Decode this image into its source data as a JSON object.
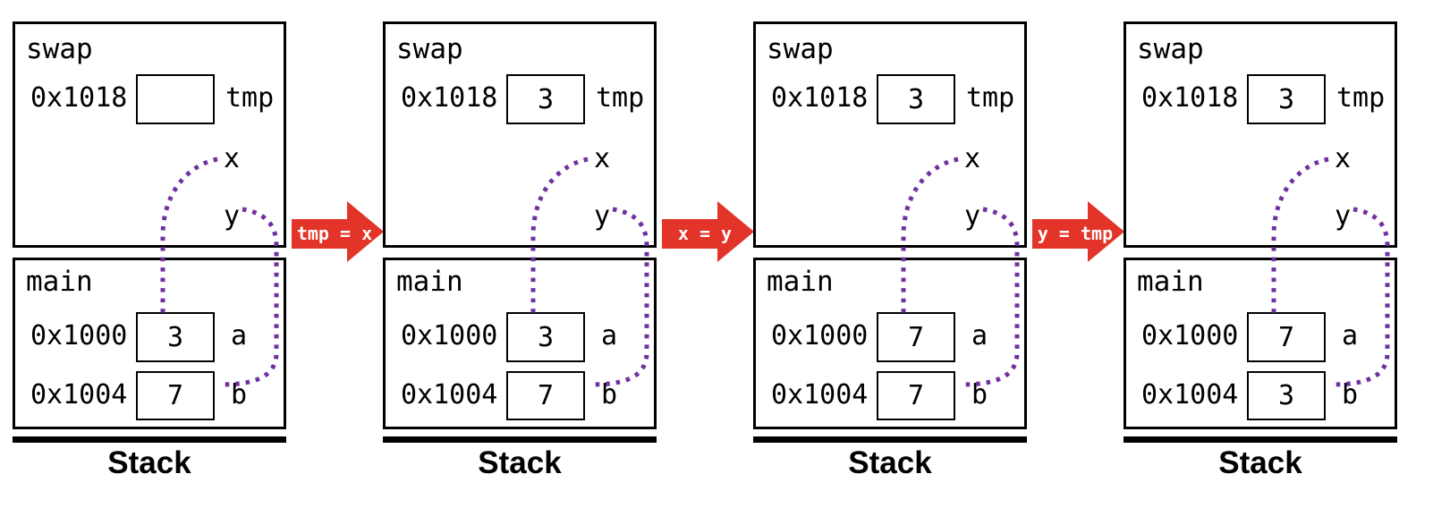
{
  "diagram": {
    "description": "Four-step stack diagram showing swap() exchanging values of a and b via tmp",
    "colors": {
      "pointer_dotted": "#7030a0",
      "arrow_fill": "#e23429",
      "arrow_text": "#ffffff",
      "frame_border": "#000000"
    },
    "arrows": [
      {
        "label": "tmp = x"
      },
      {
        "label": "x = y"
      },
      {
        "label": "y = tmp"
      }
    ],
    "panels": [
      {
        "swap_frame": {
          "title": "swap",
          "address": "0x1018",
          "value": "",
          "var_label": "tmp",
          "pointer_x": "x",
          "pointer_y": "y"
        },
        "main_frame": {
          "title": "main",
          "rows": [
            {
              "address": "0x1000",
              "value": "3",
              "var_label": "a"
            },
            {
              "address": "0x1004",
              "value": "7",
              "var_label": "b"
            }
          ]
        },
        "stack_label": "Stack"
      },
      {
        "swap_frame": {
          "title": "swap",
          "address": "0x1018",
          "value": "3",
          "var_label": "tmp",
          "pointer_x": "x",
          "pointer_y": "y"
        },
        "main_frame": {
          "title": "main",
          "rows": [
            {
              "address": "0x1000",
              "value": "3",
              "var_label": "a"
            },
            {
              "address": "0x1004",
              "value": "7",
              "var_label": "b"
            }
          ]
        },
        "stack_label": "Stack"
      },
      {
        "swap_frame": {
          "title": "swap",
          "address": "0x1018",
          "value": "3",
          "var_label": "tmp",
          "pointer_x": "x",
          "pointer_y": "y"
        },
        "main_frame": {
          "title": "main",
          "rows": [
            {
              "address": "0x1000",
              "value": "7",
              "var_label": "a"
            },
            {
              "address": "0x1004",
              "value": "7",
              "var_label": "b"
            }
          ]
        },
        "stack_label": "Stack"
      },
      {
        "swap_frame": {
          "title": "swap",
          "address": "0x1018",
          "value": "3",
          "var_label": "tmp",
          "pointer_x": "x",
          "pointer_y": "y"
        },
        "main_frame": {
          "title": "main",
          "rows": [
            {
              "address": "0x1000",
              "value": "7",
              "var_label": "a"
            },
            {
              "address": "0x1004",
              "value": "3",
              "var_label": "b"
            }
          ]
        },
        "stack_label": "Stack"
      }
    ]
  }
}
